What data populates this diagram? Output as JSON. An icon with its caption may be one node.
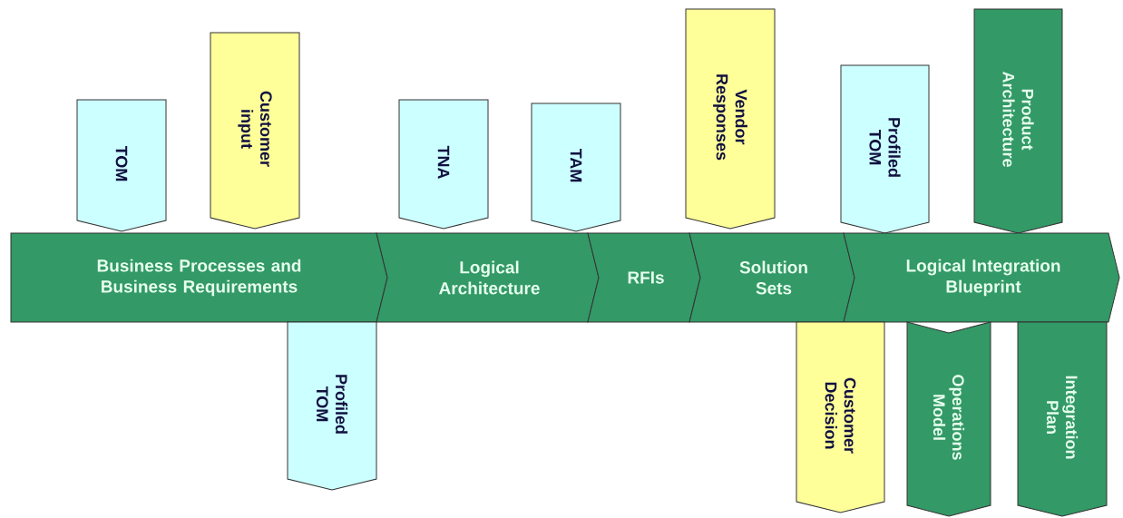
{
  "diagram": {
    "nodes": [
      {
        "text": [
          "TOM"
        ]
      },
      {
        "text": [
          "Customer input"
        ]
      },
      {
        "text": [
          "TNA"
        ]
      },
      {
        "text": [
          "TAM"
        ]
      },
      {
        "text": [
          "Vendor Responses"
        ]
      },
      {
        "text": [
          "Profiled TOM"
        ]
      },
      {
        "text": [
          "Product Architecture"
        ]
      },
      {
        "text": [
          "Business Processes and Business Requirements"
        ]
      },
      {
        "text": [
          "Logical Architecture"
        ]
      },
      {
        "text": [
          "RFIs"
        ]
      },
      {
        "text": [
          "Solution Sets"
        ]
      },
      {
        "text": [
          "Logical Integration Blueprint"
        ]
      },
      {
        "text": [
          "Profiled TOM"
        ]
      },
      {
        "text": [
          "Customer Decision"
        ]
      },
      {
        "text": [
          "Operations Model"
        ]
      },
      {
        "text": [
          "Integration Plan"
        ]
      }
    ]
  }
}
